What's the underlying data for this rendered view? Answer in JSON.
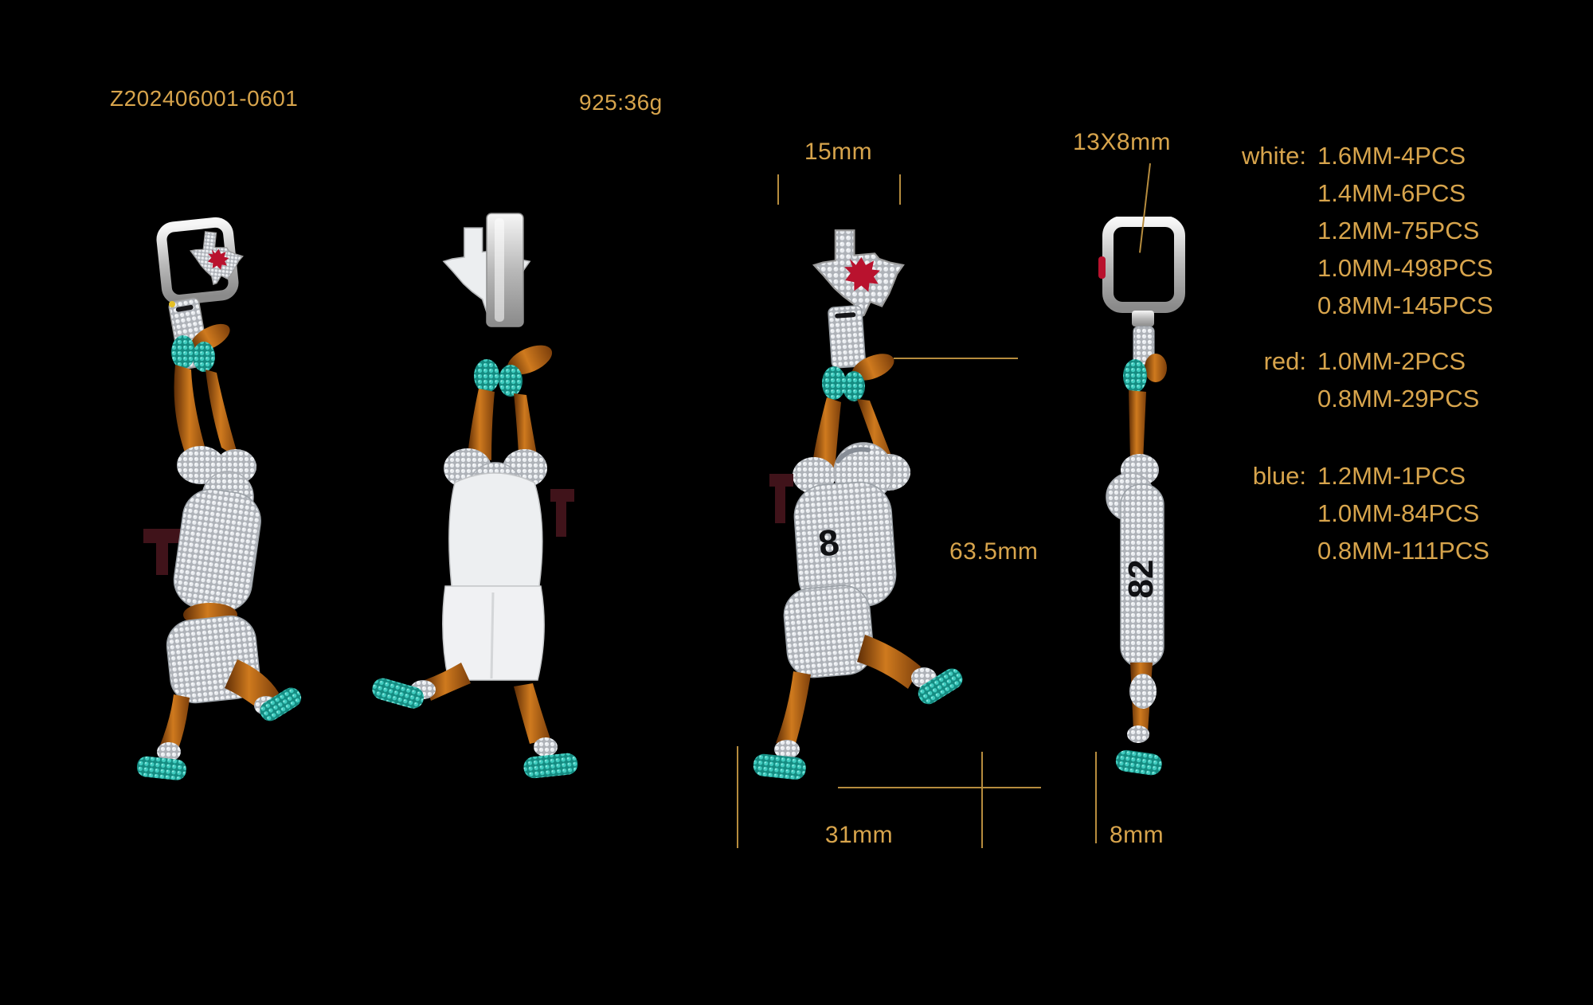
{
  "header": {
    "model_id": "Z202406001-0601",
    "weight": "925:36g"
  },
  "dimensions": {
    "top_width": "15mm",
    "bail_size": "13X8mm",
    "height": "63.5mm",
    "body_width": "31mm",
    "depth": "8mm"
  },
  "stones": {
    "white": {
      "label": "white:",
      "rows": [
        "1.6MM-4PCS",
        "1.4MM-6PCS",
        "1.2MM-75PCS",
        "1.0MM-498PCS",
        "0.8MM-145PCS"
      ]
    },
    "red": {
      "label": "red:",
      "rows": [
        "1.0MM-2PCS",
        "0.8MM-29PCS"
      ]
    },
    "blue": {
      "label": "blue:",
      "rows": [
        "1.2MM-1PCS",
        "1.0MM-84PCS",
        "0.8MM-111PCS"
      ]
    }
  },
  "jersey": {
    "front_number": "8",
    "side_number": "82"
  },
  "colors": {
    "background": "#000000",
    "annotation_text": "#d7a44c",
    "dimension_line": "#b68c3e",
    "pave_white": "#e9ecf0",
    "pave_teal": "#3fccbf",
    "stone_red": "#b9122e",
    "metal_orange": "#cf7a1e",
    "silver": "#c9c9c9"
  }
}
